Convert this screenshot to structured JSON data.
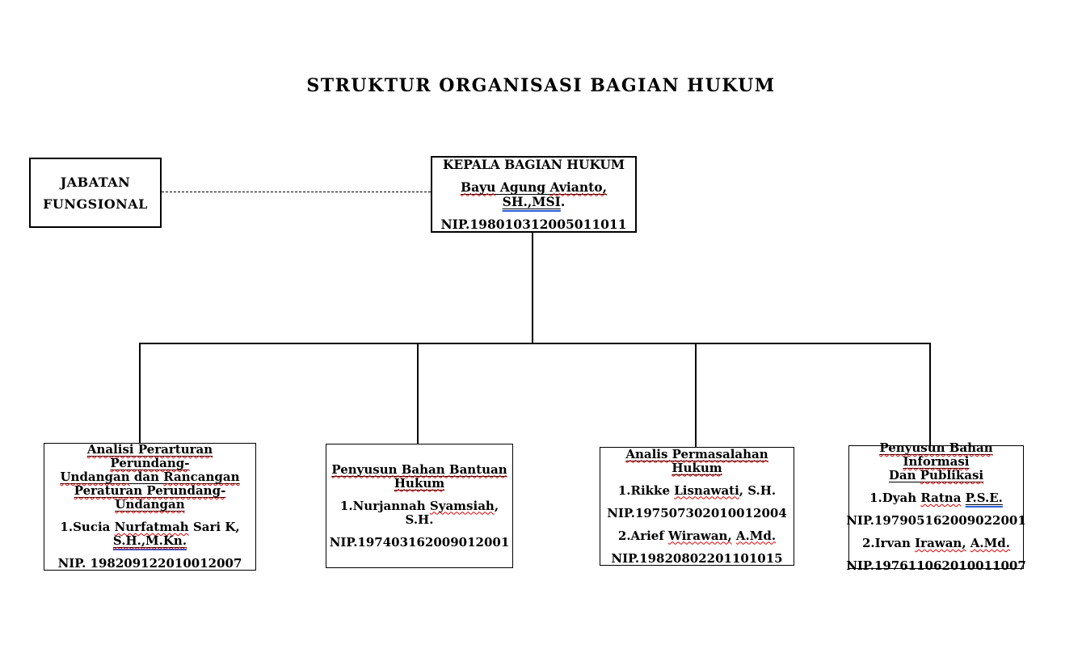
{
  "title": "STRUKTUR ORGANISASI BAGIAN HUKUM",
  "colors": {
    "box_border": "#000000",
    "connector": "#000000",
    "spellcheck_red": "#e00000",
    "grammar_blue": "#2b5fd9"
  },
  "jabatan": {
    "line1": "JABATAN",
    "line2": "FUNGSIONAL"
  },
  "kepala": {
    "title": "KEPALA BAGIAN HUKUM",
    "name": {
      "s0": "Bayu",
      "s1": " Agung ",
      "s2": "Avianto,",
      "s3": " ",
      "s4": "SH.,MSI",
      "s5": "."
    },
    "nip": "NIP.198010312005011011"
  },
  "units": [
    {
      "id": "analisis-peraturan-perundang-undangan",
      "title": {
        "t0": "Analisi Perarturan Perundang-",
        "t1": "Undangan",
        "t2": " dan ",
        "t3": "Rancangan",
        "t4": "Peraturan Perundang-Undangan"
      },
      "member1": {
        "m0": "1.Sucia ",
        "m1": "Nurfatmah",
        "m2": " Sari K,",
        "m3": "S.H.,M.Kn."
      },
      "nip1": "NIP. 198209122010012007"
    },
    {
      "id": "penyusun-bahan-bantuan-hukum",
      "title": {
        "t0": "Penyusun Bahan Bantuan",
        "t1": "Hukum"
      },
      "member1": {
        "m0": "1.Nurjannah ",
        "m1": "Syamsiah",
        "m2": ", S.H."
      },
      "nip1": "NIP.197403162009012001"
    },
    {
      "id": "analis-permasalahan-hukum",
      "title": {
        "t0": "Analis Permasalahan Hukum"
      },
      "member1": {
        "m0": "1.Rikke ",
        "m1": "Lisnawati",
        "m2": ", S.H."
      },
      "nip1": "NIP.197507302010012004",
      "member2": {
        "m0": "2.Arief ",
        "m1": "Wirawan,",
        "m2": " ",
        "m3": "A.Md."
      },
      "nip2": "NIP.19820802201101015"
    },
    {
      "id": "penyusun-bahan-informasi-dan-publikasi",
      "title": {
        "t0": "Penyusun Bahan Informasi",
        "t1": "Dan ",
        "t2": "Publikasi"
      },
      "member1": {
        "m0": "1.Dyah ",
        "m1": "Ratna",
        "m2": " ",
        "m3": "P.S.E."
      },
      "nip1": "NIP.197905162009022001",
      "member2": {
        "m0": "2.Irvan ",
        "m1": "Irawan,",
        "m2": " ",
        "m3": "A.Md."
      },
      "nip2": "NIP.197611062010011007"
    }
  ]
}
